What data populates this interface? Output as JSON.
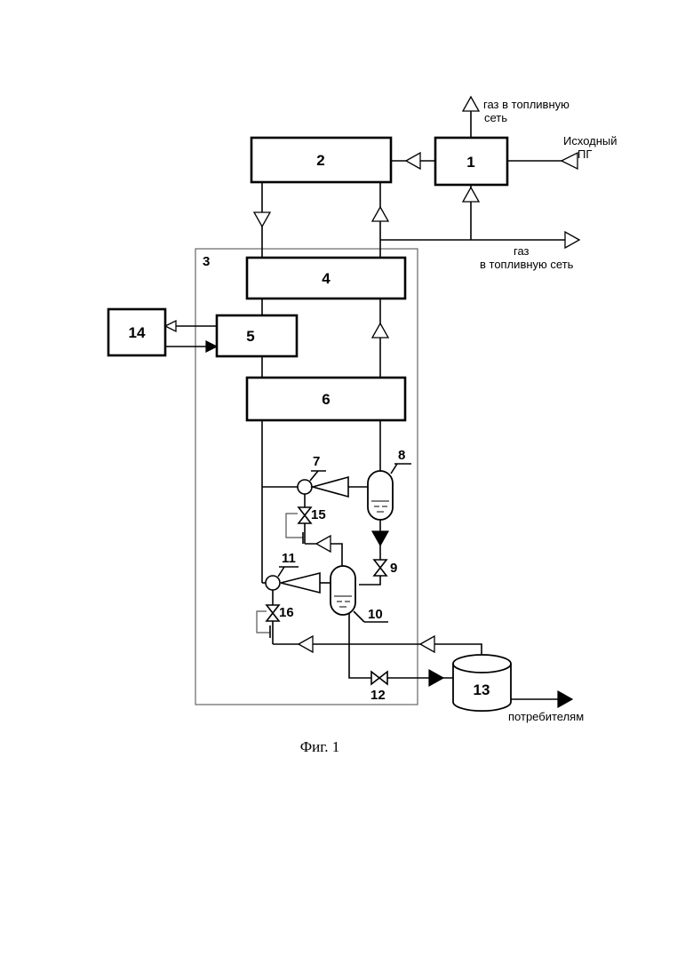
{
  "blocks": {
    "b1": "1",
    "b2": "2",
    "b3": "3",
    "b4": "4",
    "b5": "5",
    "b6": "6",
    "b13": "13",
    "b14": "14"
  },
  "elements": {
    "e7": "7",
    "e8": "8",
    "e9": "9",
    "e10": "10",
    "e11": "11",
    "e12": "12",
    "e15": "15",
    "e16": "16"
  },
  "labels": {
    "gas_top_line1": "газ в топливную",
    "gas_top_line2": "сеть",
    "source_line1": "Исходный",
    "source_line2": "ПГ",
    "gas_right_line1": "газ",
    "gas_right_line2": "в топливную сеть",
    "consumers": "потребителям"
  },
  "caption": "Фиг. 1"
}
